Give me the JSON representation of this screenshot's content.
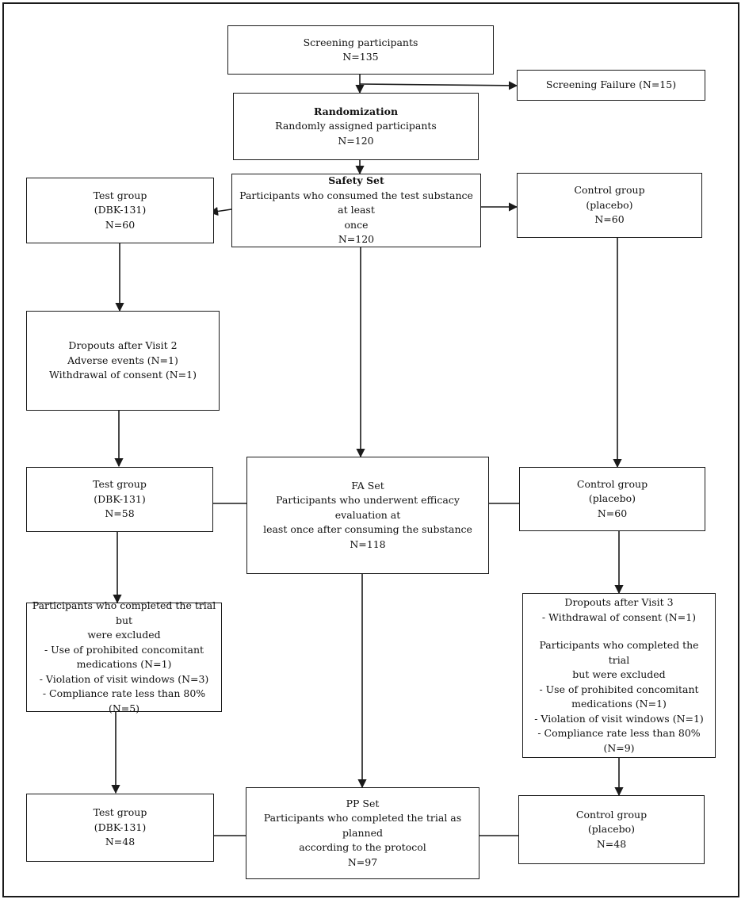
{
  "screening": {
    "title": "Screening participants",
    "n": "N=135"
  },
  "screening_failure": {
    "label": "Screening Failure (N=15)"
  },
  "randomization": {
    "title": "Randomization",
    "desc": "Randomly assigned participants",
    "n": "N=120"
  },
  "safety_set": {
    "title": "Safety Set",
    "desc_1": "Participants who consumed the test substance at least",
    "desc_2": "once",
    "n": "N=120"
  },
  "test_group_1": {
    "title": "Test group",
    "sub": "(DBK-131)",
    "n": "N=60"
  },
  "control_group_1": {
    "title": "Control group",
    "sub": "(placebo)",
    "n": "N=60"
  },
  "dropouts_visit2": {
    "title": "Dropouts after Visit 2",
    "line_1": "Adverse events (N=1)",
    "line_2": "Withdrawal of consent (N=1)"
  },
  "fa_set": {
    "title": "FA Set",
    "desc_1": "Participants who underwent efficacy evaluation at",
    "desc_2": "least once after consuming the substance",
    "n": "N=118"
  },
  "test_group_2": {
    "title": "Test group",
    "sub": "(DBK-131)",
    "n": "N=58"
  },
  "control_group_2": {
    "title": "Control group",
    "sub": "(placebo)",
    "n": "N=60"
  },
  "excluded_test": {
    "line_1": "Participants who completed the trial but",
    "line_2": "were excluded",
    "line_3": "- Use of prohibited concomitant",
    "line_4": "medications (N=1)",
    "line_5": "- Violation of visit windows (N=3)",
    "line_6": "- Compliance rate less than 80% (N=5)"
  },
  "dropouts_visit3": {
    "title": "Dropouts after Visit 3",
    "line_1": "- Withdrawal of consent (N=1)",
    "line_2": "Participants who completed the trial",
    "line_3": "but were excluded",
    "line_4": "- Use of prohibited concomitant",
    "line_5": "medications (N=1)",
    "line_6": "- Violation of visit windows (N=1)",
    "line_7": "- Compliance rate less than 80%",
    "line_8": "(N=9)"
  },
  "pp_set": {
    "title": "PP Set",
    "desc_1": "Participants who completed the trial as planned",
    "desc_2": "according to the protocol",
    "n": "N=97"
  },
  "test_group_3": {
    "title": "Test group",
    "sub": "(DBK-131)",
    "n": "N=48"
  },
  "control_group_3": {
    "title": "Control group",
    "sub": "(placebo)",
    "n": "N=48"
  }
}
